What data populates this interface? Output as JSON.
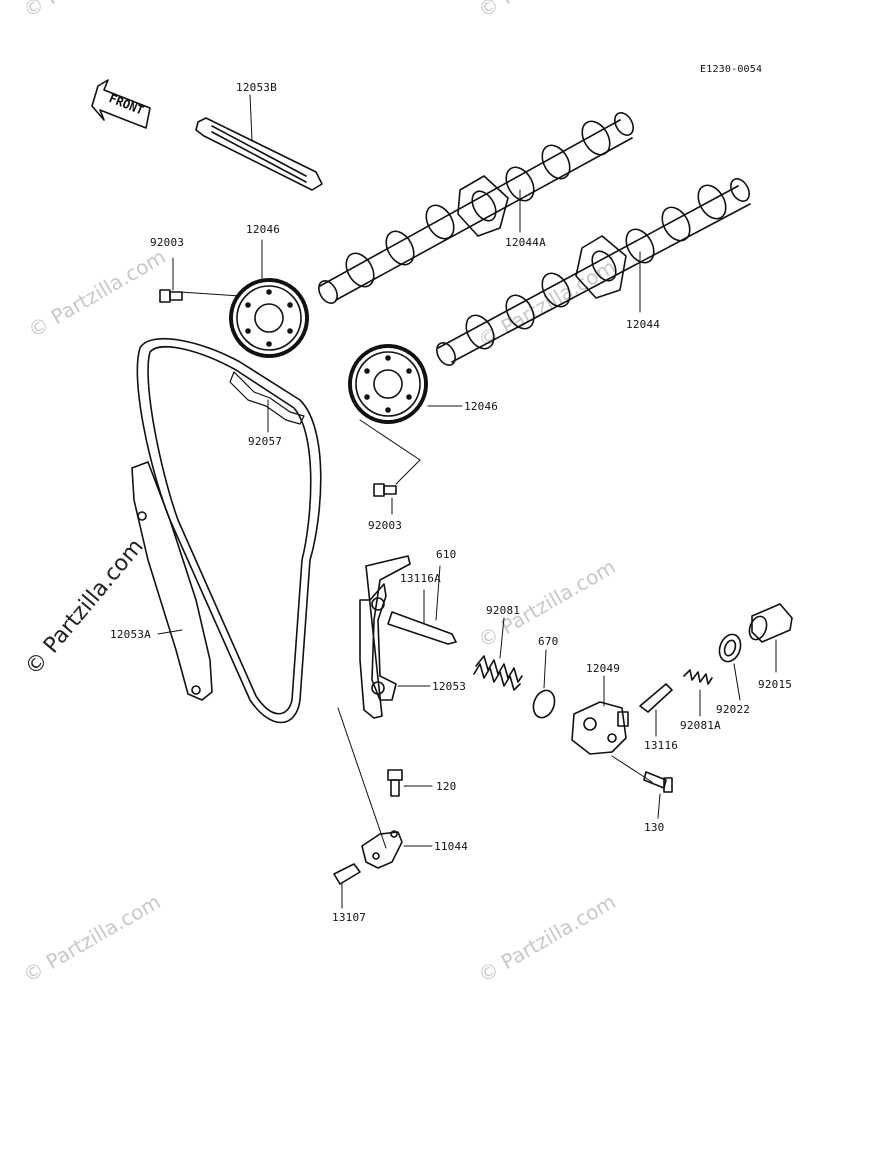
{
  "diagram": {
    "ref_code": "E1230-0054",
    "front_label": "FRONT",
    "part_labels": {
      "p12053B": "12053B",
      "p92003a": "92003",
      "p12046a": "12046",
      "p12044A": "12044A",
      "p12044": "12044",
      "p12046b": "12046",
      "p92057": "92057",
      "p92003b": "92003",
      "p610": "610",
      "p13116A": "13116A",
      "p92081": "92081",
      "p670": "670",
      "p12049": "12049",
      "p12053A": "12053A",
      "p12053": "12053",
      "p92015": "92015",
      "p92022": "92022",
      "p13116": "13116",
      "p92081A": "92081A",
      "p120": "120",
      "p11044": "11044",
      "p130": "130",
      "p13107": "13107"
    },
    "watermark": "© Partzilla.com",
    "watermark_main": "© Partzilla.com"
  }
}
